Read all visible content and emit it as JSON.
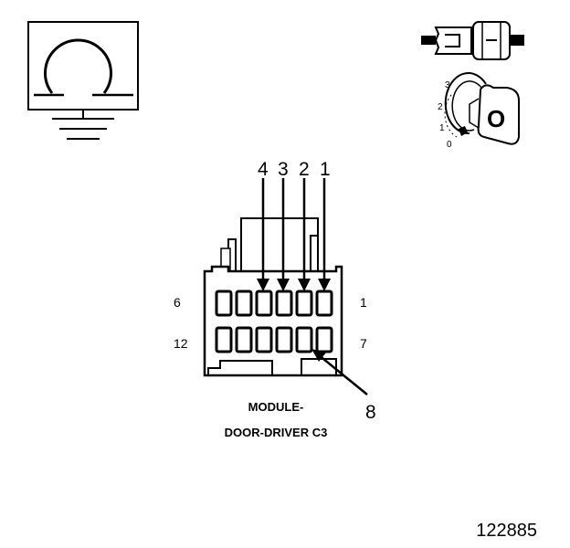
{
  "connector": {
    "title_line1": "MODULE-",
    "title_line2": "DOOR-DRIVER C3",
    "pin_numbers_top": [
      "4",
      "3",
      "2",
      "1"
    ],
    "pin_label_top_left": "6",
    "pin_label_top_right": "1",
    "pin_label_bottom_left": "12",
    "pin_label_bottom_right": "7",
    "callout_pin": "8"
  },
  "ignition": {
    "positions": [
      "3",
      "2",
      "1",
      "0"
    ],
    "key_label": "O"
  },
  "figure_id": "122885",
  "icons": [
    "ground-symbol-icon",
    "inline-connector-icon",
    "ignition-switch-icon"
  ]
}
